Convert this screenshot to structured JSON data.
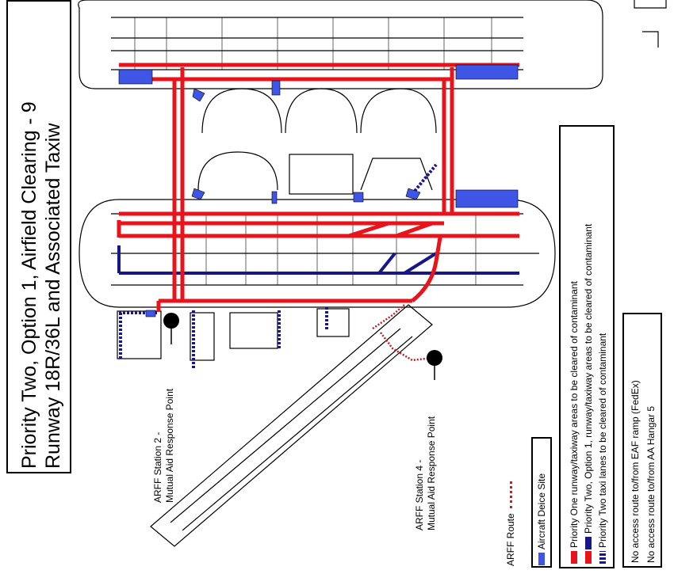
{
  "title": {
    "line1": "Priority Two, Option 1, Airfield Clearing - 9",
    "line2": "Runway 18R/36L and Associated Taxiw"
  },
  "stations": [
    {
      "line1": "ARFF Station 2 -",
      "line2": "Mutual Aid Response Point"
    },
    {
      "line1": "ARFF Station 4 -",
      "line2": "Mutual Aid Response Point"
    }
  ],
  "legend": {
    "arff_route": "ARFF Route",
    "deice_site": "Aircraft Deice Site",
    "priority_one": "Priority One runway/taxiway areas to be cleared of contaminant",
    "priority_two_option1": "Priority Two, Option 1, runway/taxiway areas to be cleared of contaminant",
    "priority_two_lanes": "Priority Two taxi lanes to be cleared of contaminant"
  },
  "no_access": {
    "line1": "No access route to/from EAF ramp (FedEx)",
    "line2": "No access route to/from AA Hangar 5"
  },
  "colors": {
    "priority_one": "#e8131b",
    "priority_two": "#17178a",
    "deice": "#3f55e6",
    "arff_route": "#c61d22",
    "linework": "#000000"
  }
}
